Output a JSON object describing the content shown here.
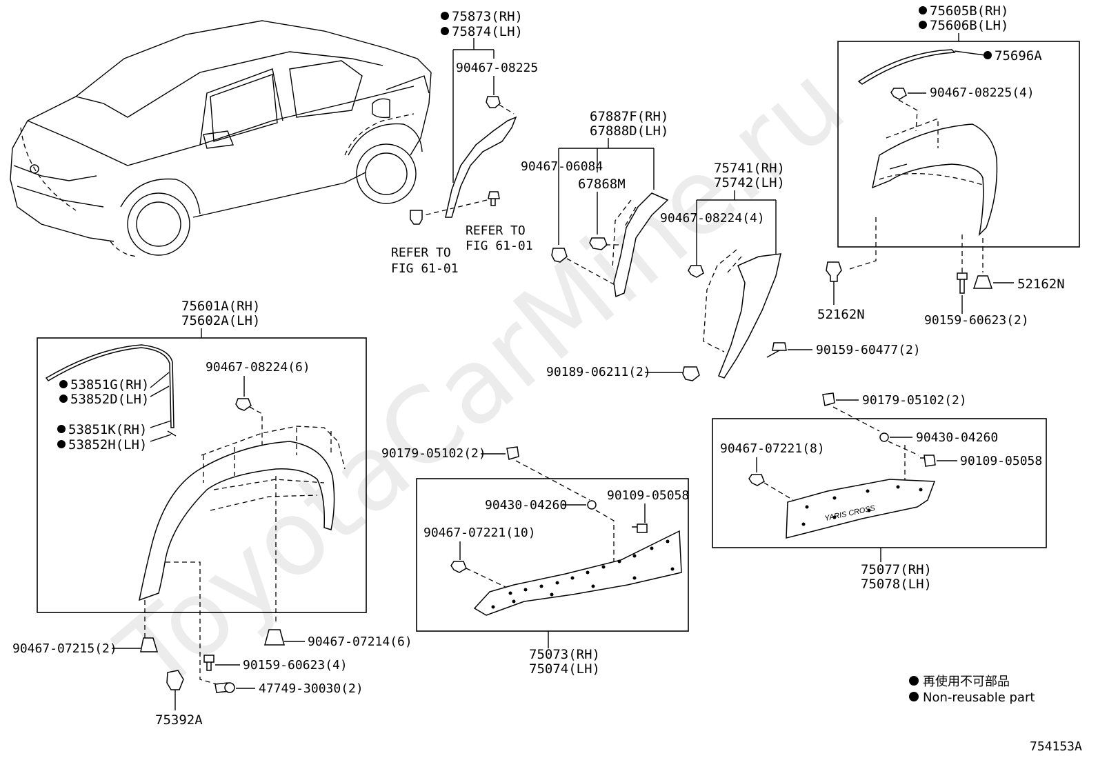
{
  "figure_code": "754153A",
  "watermark": "ToyotaCarMine.ru",
  "legend": {
    "jp": "再使用不可部品",
    "en": "Non-reusable part"
  },
  "labels": {
    "l75873": "75873(RH)",
    "l75874": "75874(LH)",
    "l90467_08225_a": "90467-08225",
    "refer1": "REFER TO",
    "refer1b": "FIG 61-01",
    "refer2": "REFER TO",
    "refer2b": "FIG 61-01",
    "l67887": "67887F(RH)",
    "l67888": "67888D(LH)",
    "l90467_06084": "90467-06084",
    "l67868": "67868M",
    "l75741": "75741(RH)",
    "l75742": "75742(LH)",
    "l90467_08224_4": "90467-08224(4)",
    "l90159_60477": "90159-60477(2)",
    "l90189_06211": "90189-06211(2)",
    "l75605": "75605B(RH)",
    "l75606": "75606B(LH)",
    "l75696": "75696A",
    "l90467_08225_4": "90467-08225(4)",
    "l52162_l": "52162N",
    "l52162_r": "52162N",
    "l90159_60623_2": "90159-60623(2)",
    "l75601": "75601A(RH)",
    "l75602": "75602A(LH)",
    "l53851g": "53851G(RH)",
    "l53852d": "53852D(LH)",
    "l53851k": "53851K(RH)",
    "l53852h": "53852H(LH)",
    "l90467_08224_6": "90467-08224(6)",
    "l90467_07215": "90467-07215(2)",
    "l90467_07214": "90467-07214(6)",
    "l90159_60623_4": "90159-60623(4)",
    "l47749": "47749-30030(2)",
    "l75392": "75392A",
    "l90179_05102_m": "90179-05102(2)",
    "l90430_04260_m": "90430-04260",
    "l90109_05058_m": "90109-05058",
    "l90467_07221_10": "90467-07221(10)",
    "l75073": "75073(RH)",
    "l75074": "75074(LH)",
    "l90179_05102_r": "90179-05102(2)",
    "l90430_04260_r": "90430-04260",
    "l90109_05058_r": "90109-05058",
    "l90467_07221_8": "90467-07221(8)",
    "l75077": "75077(RH)",
    "l75078": "75078(LH)",
    "emblem_text": "YARIS CROSS"
  }
}
